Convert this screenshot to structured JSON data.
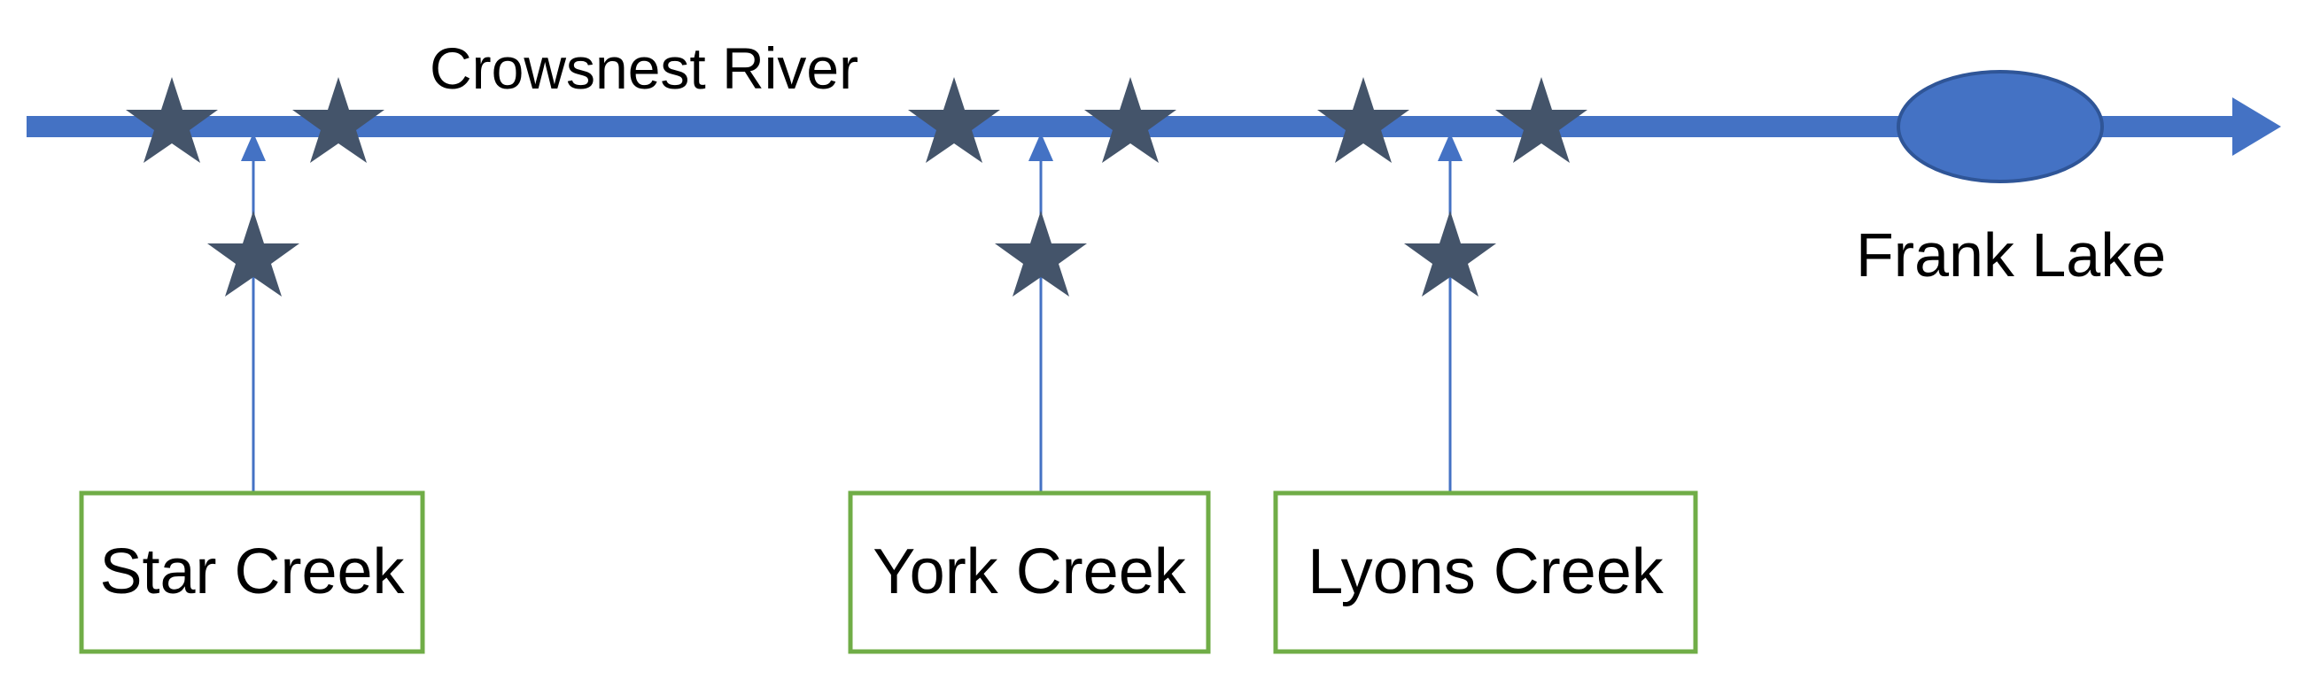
{
  "river": {
    "name": "Crowsnest River",
    "color": "#4472c4"
  },
  "lake": {
    "name": "Frank Lake",
    "color": "#4472c4"
  },
  "creeks": [
    {
      "name": "Star Creek"
    },
    {
      "name": "York Creek"
    },
    {
      "name": "Lyons Creek"
    }
  ],
  "colors": {
    "creek_box_border": "#70ad47",
    "site_marker": "#44546a"
  },
  "icons": {
    "site_marker": "star-icon",
    "flow_direction": "arrowhead-icon"
  }
}
